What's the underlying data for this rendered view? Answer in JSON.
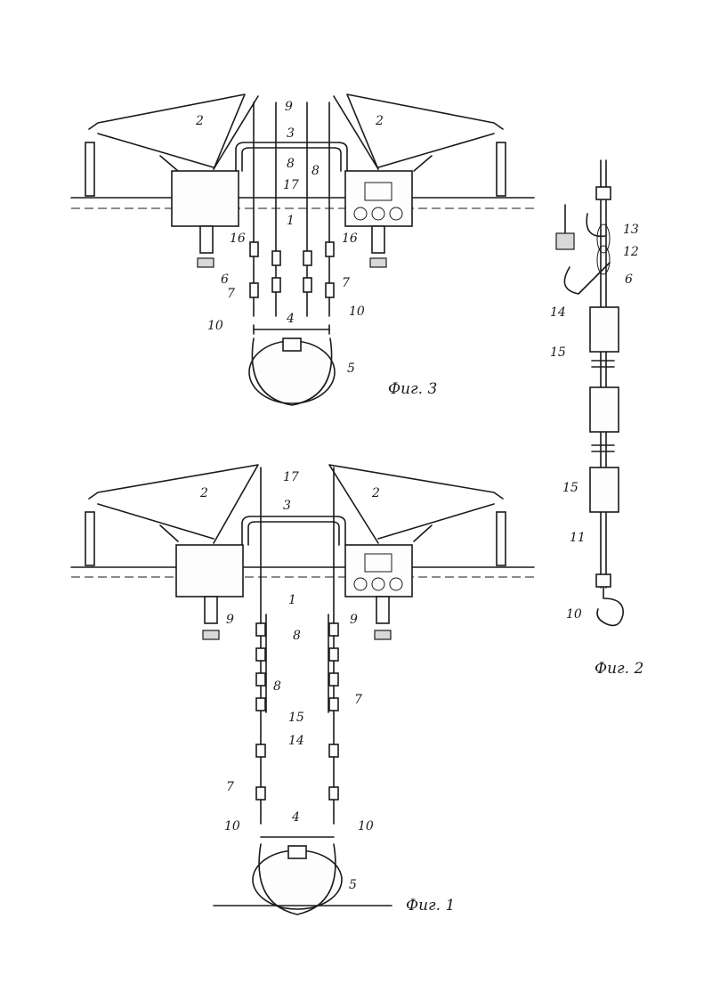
{
  "figure3": {
    "caption": "Фиг. 3",
    "labels": [
      "9",
      "2",
      "3",
      "2",
      "8",
      "8",
      "17",
      "1",
      "16",
      "16",
      "6",
      "7",
      "7",
      "10",
      "10",
      "4",
      "5"
    ]
  },
  "figure2": {
    "caption": "Фиг. 2",
    "labels": [
      "13",
      "12",
      "6",
      "14",
      "15",
      "15",
      "11",
      "10"
    ]
  },
  "figure1": {
    "caption": "Фиг. 1",
    "labels": [
      "17",
      "2",
      "3",
      "2",
      "1",
      "9",
      "9",
      "8",
      "8",
      "7",
      "15",
      "14",
      "7",
      "4",
      "10",
      "10",
      "5"
    ]
  }
}
